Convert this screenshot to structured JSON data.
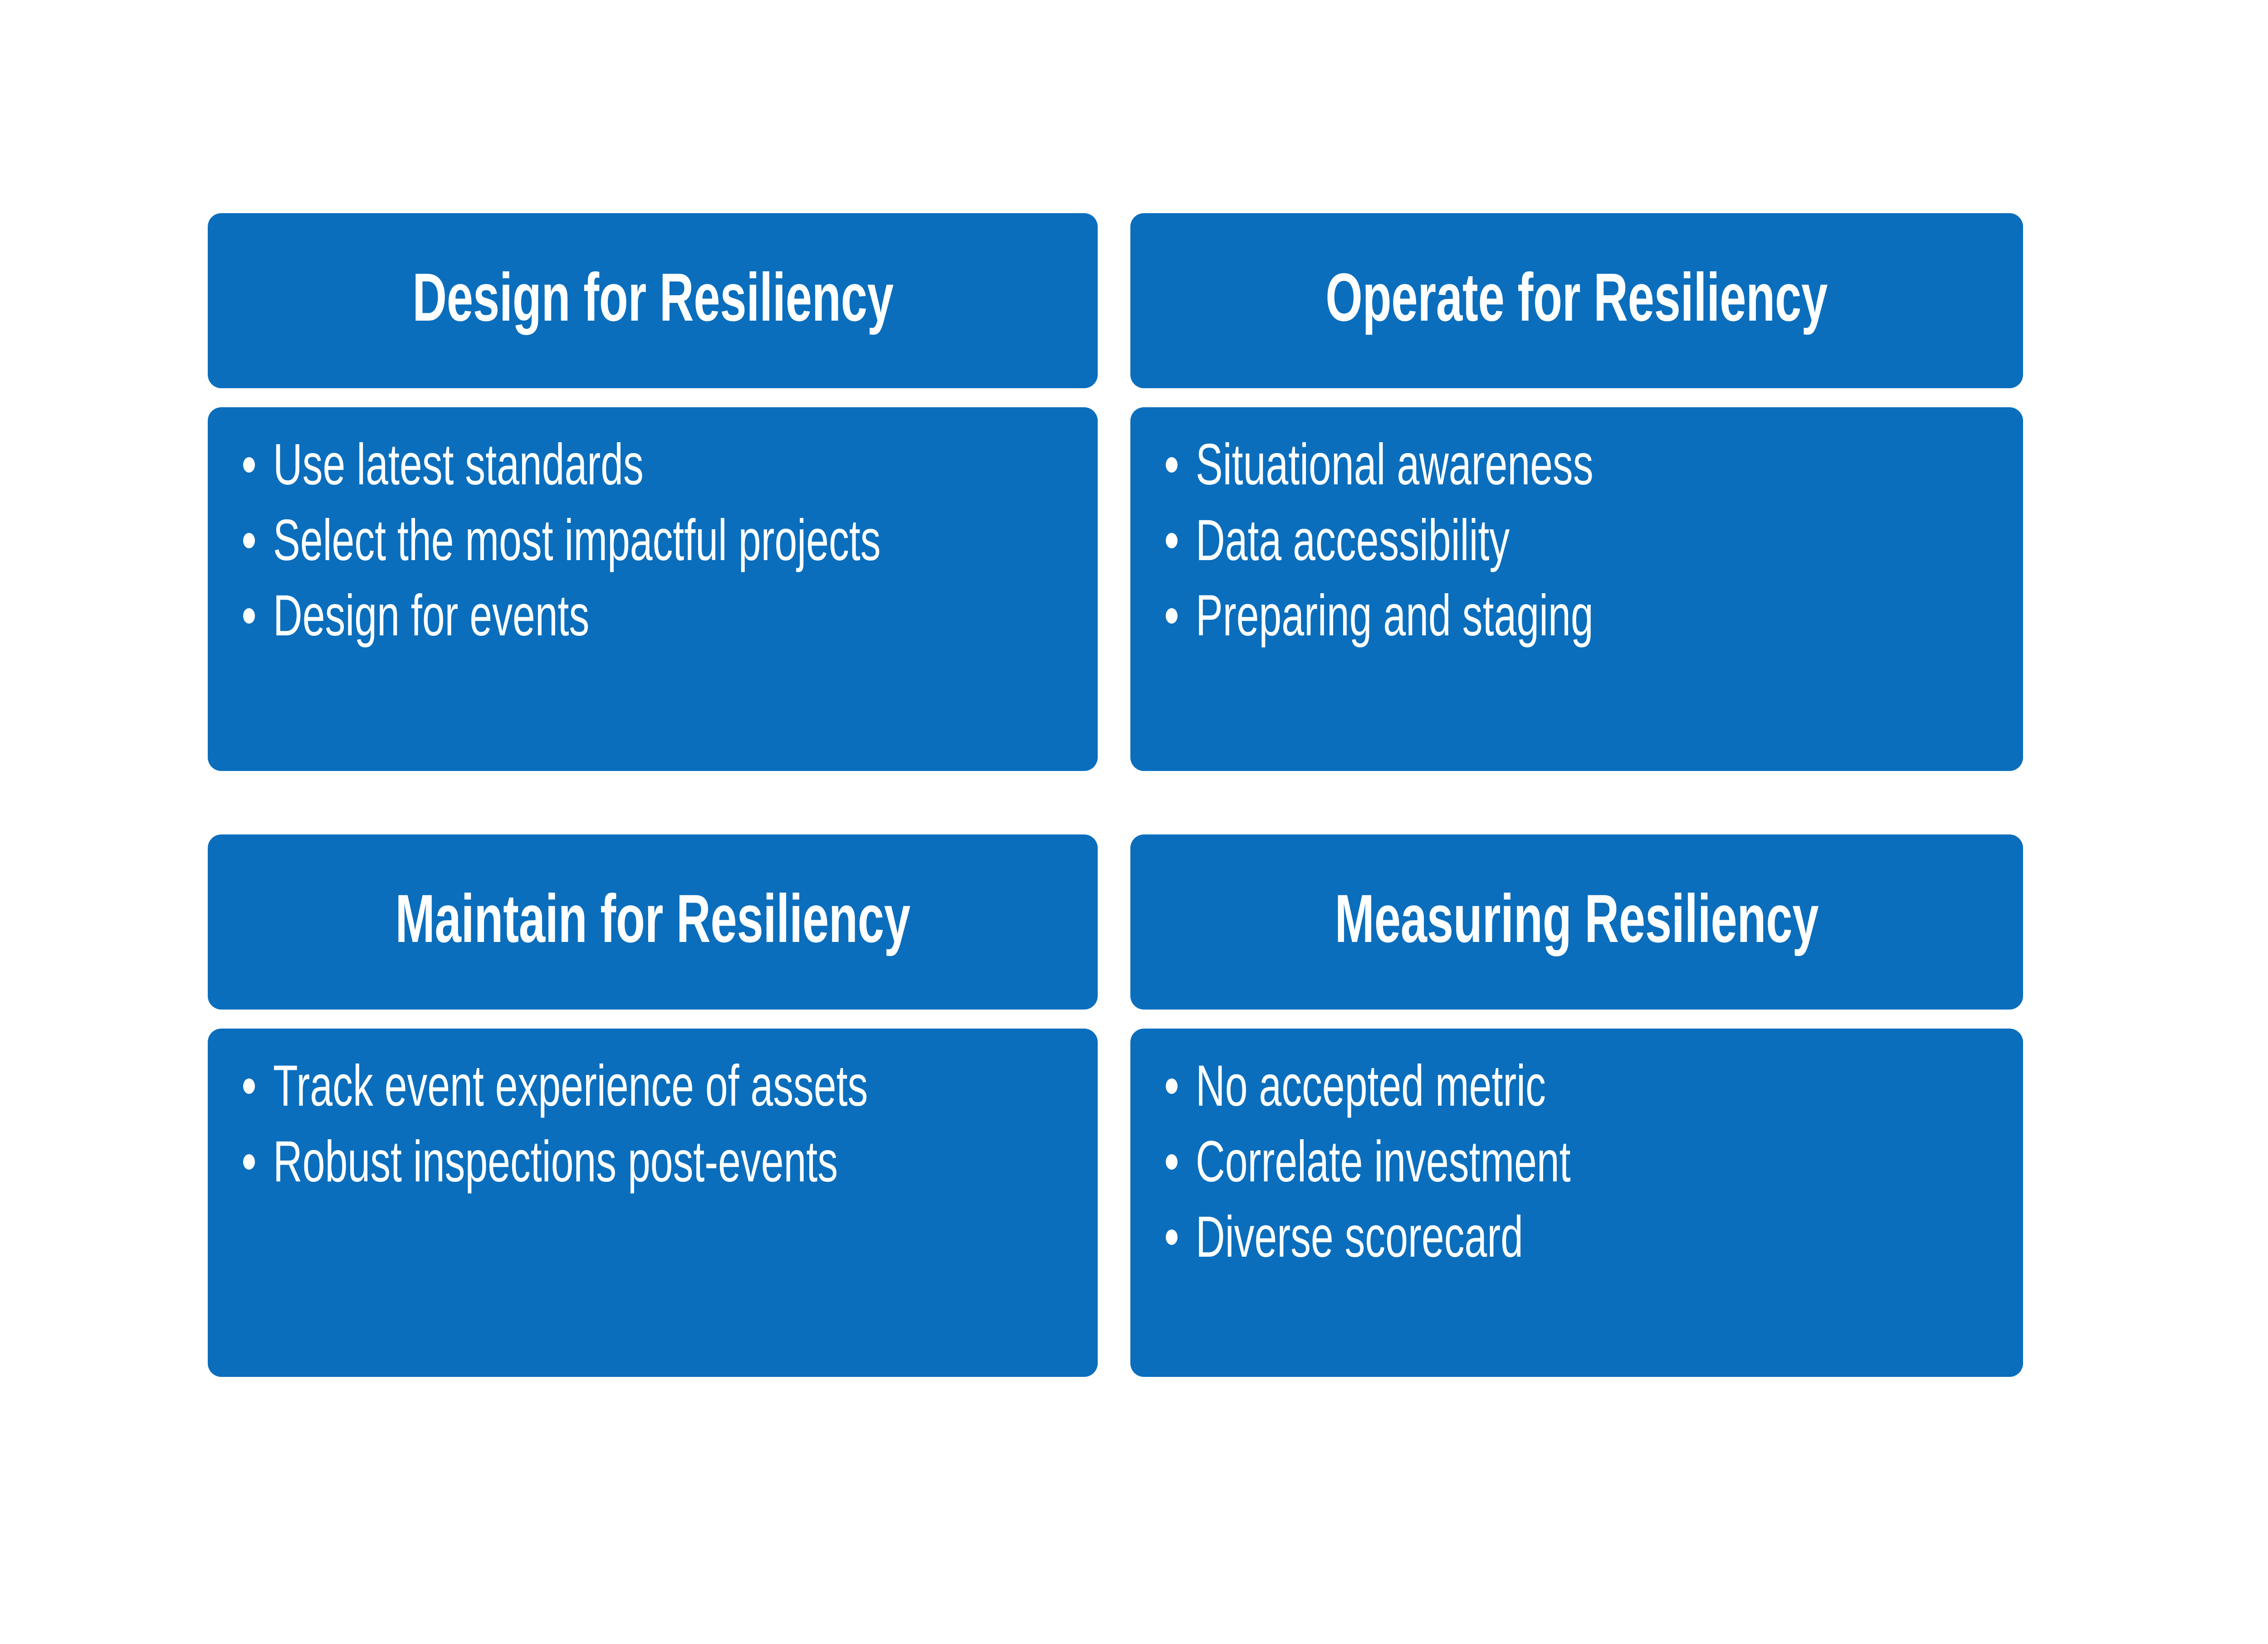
{
  "theme": {
    "background": "#FFFFFF",
    "card_blue": "#0A6EBD",
    "text_color": "#FFFFFF"
  },
  "quadrants": [
    {
      "id": "design-for-resiliency",
      "position": "top-left",
      "title": "Design for Resiliency",
      "bullets": [
        "Use latest standards",
        "Select the most impactful projects",
        "Design for events"
      ]
    },
    {
      "id": "operate-for-resiliency",
      "position": "top-right",
      "title": "Operate for Resiliency",
      "bullets": [
        "Situational awareness",
        "Data accessibility",
        "Preparing and staging"
      ]
    },
    {
      "id": "maintain-for-resiliency",
      "position": "bottom-left",
      "title": "Maintain for Resiliency",
      "bullets": [
        "Track event experience of assets",
        "Robust inspections post-events"
      ]
    },
    {
      "id": "measuring-resiliency",
      "position": "bottom-right",
      "title": "Measuring Resiliency",
      "bullets": [
        "No accepted metric",
        "Correlate investment",
        "Diverse scorecard"
      ]
    }
  ]
}
